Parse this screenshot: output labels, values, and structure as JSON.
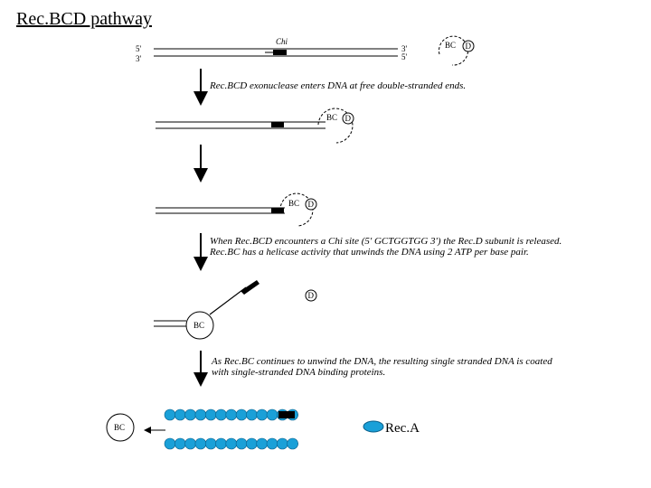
{
  "title": "Rec.BCD pathway",
  "labels": {
    "five_prime_left": "5'",
    "three_prime_left": "3'",
    "three_prime_right": "3'",
    "five_prime_right": "5'",
    "chi": "Chi",
    "bc": "BC",
    "d": "D"
  },
  "captions": {
    "step1": "Rec.BCD exonuclease enters DNA at free double-stranded ends.",
    "step2_line1": "When Rec.BCD encounters a Chi site (5' GCTGGTGG 3') the Rec.D subunit is released.",
    "step2_line2": "Rec.BC has a helicase activity that unwinds the DNA using 2 ATP per base pair.",
    "step3_line1": "As Rec.BC continues to unwind the DNA, the resulting single stranded DNA is coated",
    "step3_line2": "with single-stranded DNA binding proteins."
  },
  "legend": {
    "label": "Rec.A",
    "color": "#1aa0d8"
  },
  "colors": {
    "line": "#000000",
    "protein": "#1aa0d8",
    "protein_stroke": "#0a5f8a"
  }
}
